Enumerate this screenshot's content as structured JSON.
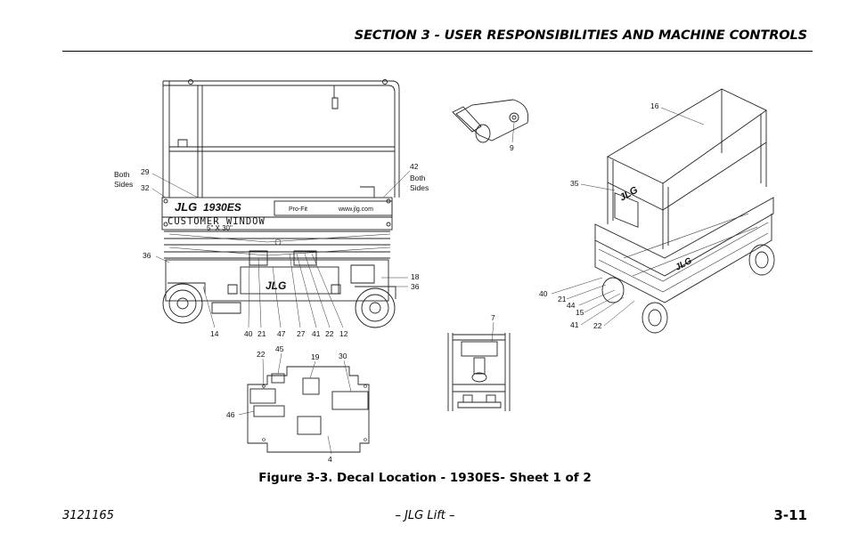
{
  "header": {
    "section_title": "SECTION 3 - USER RESPONSIBILITIES AND MACHINE CONTROLS"
  },
  "figure": {
    "caption": "Figure 3-3. Decal Location - 1930ES- Sheet 1 of 2",
    "front_view_labels": {
      "both_sides_left_1": "Both",
      "both_sides_left_2": "Sides",
      "n29": "29",
      "n32": "32",
      "n36a": "36",
      "n42": "42",
      "both_sides_right_1": "Both",
      "both_sides_right_2": "Sides",
      "n18": "18",
      "n36b": "36",
      "n14": "14",
      "n40": "40",
      "n21": "21",
      "n47": "47",
      "n27": "27",
      "n41": "41",
      "n22": "22",
      "n12": "12"
    },
    "decal_text": {
      "brand": "JLG",
      "model": "1930ES",
      "customer_1": "CUSTOMER WINDOW",
      "customer_2": "5\" X 30\"",
      "profit": "Pro-Fit",
      "site": "www.jlg.com"
    },
    "cylinder_labels": {
      "n9": "9"
    },
    "iso_view_labels": {
      "n16": "16",
      "n35": "35",
      "n40": "40",
      "n21": "21",
      "n44": "44",
      "n15": "15",
      "n41": "41",
      "n22": "22"
    },
    "plate_labels": {
      "n22": "22",
      "n45": "45",
      "n19": "19",
      "n30": "30",
      "n46": "46",
      "n4": "4"
    },
    "detail_labels": {
      "n7": "7"
    }
  },
  "footer": {
    "doc_number": "3121165",
    "center": "– JLG Lift –",
    "page": "3-11"
  }
}
